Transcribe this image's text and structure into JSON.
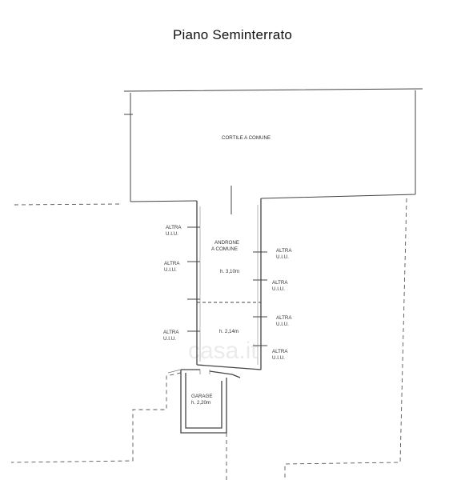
{
  "title": "Piano Seminterrato",
  "labels": {
    "courtyard": "CORTILE A COMUNE",
    "androne_line1": "ANDRONE",
    "androne_line2": "A COMUNE",
    "androne_height": "h. 3,10m",
    "lower_height": "h. 2,14m",
    "garage": "GARAGE",
    "garage_height": "h. 2,20m",
    "other_unit_line1": "ALTRA",
    "other_unit_line2": "U.I.U."
  },
  "watermark": "casa.it"
}
